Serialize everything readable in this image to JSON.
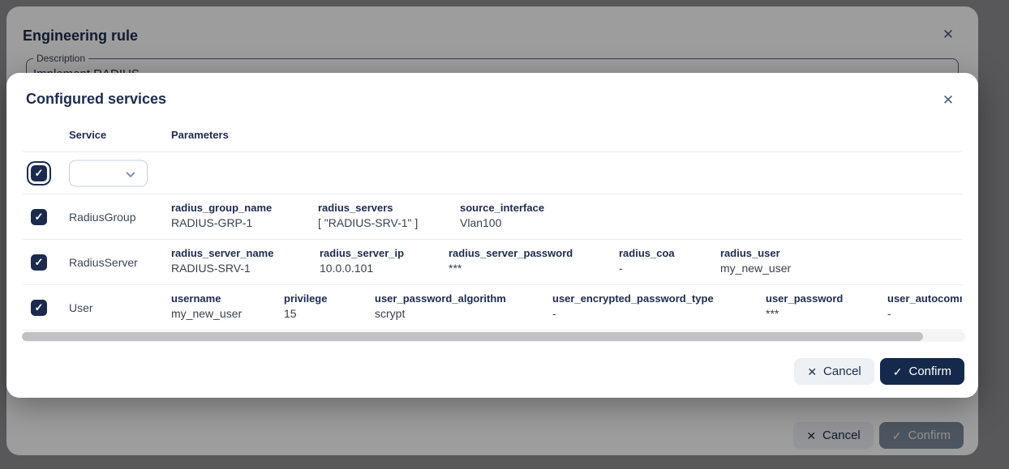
{
  "icons": {
    "close": "✕",
    "check": "✓"
  },
  "colors": {
    "navy": "#14294b",
    "title_text": "#1e2b4f",
    "overlay": "rgba(0,0,0,0.385)",
    "divider": "#e9ebef",
    "cancel_bg": "#edf0f5"
  },
  "background_dialog": {
    "title": "Engineering rule",
    "description_field": {
      "label": "Description",
      "value": "Implement RADIUS"
    },
    "footer": {
      "cancel_label": "Cancel",
      "confirm_label": "Confirm"
    }
  },
  "modal": {
    "title": "Configured services",
    "table": {
      "col_service": "Service",
      "col_parameters": "Parameters",
      "new_row": {
        "checked": true,
        "dropdown_value": ""
      },
      "rows": [
        {
          "service": "RadiusGroup",
          "checked": true,
          "params": [
            {
              "name": "radius_group_name",
              "value": "RADIUS-GRP-1"
            },
            {
              "name": "radius_servers",
              "value": "[ \"RADIUS-SRV-1\" ]"
            },
            {
              "name": "source_interface",
              "value": "Vlan100"
            }
          ]
        },
        {
          "service": "RadiusServer",
          "checked": true,
          "params": [
            {
              "name": "radius_server_name",
              "value": "RADIUS-SRV-1"
            },
            {
              "name": "radius_server_ip",
              "value": "10.0.0.101"
            },
            {
              "name": "radius_server_password",
              "value": "***"
            },
            {
              "name": "radius_coa",
              "value": "-"
            },
            {
              "name": "radius_user",
              "value": "my_new_user"
            }
          ]
        },
        {
          "service": "User",
          "checked": true,
          "params": [
            {
              "name": "username",
              "value": "my_new_user"
            },
            {
              "name": "privilege",
              "value": "15"
            },
            {
              "name": "user_password_algorithm",
              "value": "scrypt"
            },
            {
              "name": "user_encrypted_password_type",
              "value": "-"
            },
            {
              "name": "user_password",
              "value": "***"
            },
            {
              "name": "user_autocommand",
              "value": "-"
            }
          ]
        }
      ]
    },
    "footer": {
      "cancel_label": "Cancel",
      "confirm_label": "Confirm"
    }
  }
}
